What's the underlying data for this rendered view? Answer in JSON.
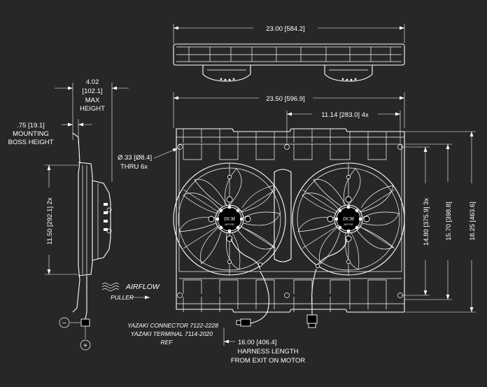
{
  "dimensions": {
    "top_width": "23.00 [584.2]",
    "front_width": "23.50 [596.9]",
    "fan_spacing": "11.14 [283.0]  4x",
    "max_height_value": "4.02",
    "max_height_metric": "[102.1]",
    "max_height_label1": "MAX",
    "max_height_label2": "HEIGHT",
    "boss_height_value": ".75 [19.1]",
    "boss_height_label1": "MOUNTING",
    "boss_height_label2": "BOSS HEIGHT",
    "hole_diameter": "Ø.33 [Ø8.4]",
    "hole_count": "THRU 6x",
    "side_height": "11.50 [292.1]  2x",
    "hole_height": "14.80 [375.9]  3x",
    "shroud_height": "15.70 [398.8]",
    "overall_height": "18.25 [463.6]",
    "harness_length": "16.00 [406.4]",
    "harness_label1": "HARNESS LENGTH",
    "harness_label2": "FROM EXIT ON MOTOR"
  },
  "notes": {
    "airflow": "AIRFLOW",
    "puller": "PULLER",
    "connector": "YAZAKI CONNECTOR 7122-2228",
    "terminal": "YAZAKI TERMINAL 7114-2020",
    "ref": "REF",
    "polarity_negative": "−",
    "polarity_positive": "+"
  },
  "logo": {
    "text": "DCM",
    "subtext": "MOTOR"
  }
}
